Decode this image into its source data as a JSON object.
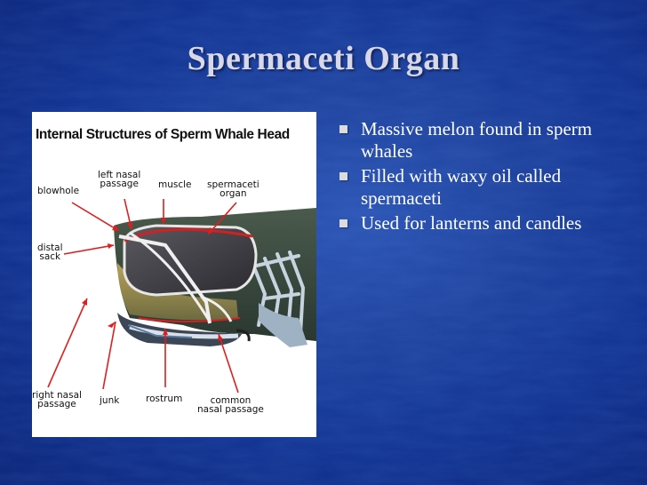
{
  "slide": {
    "title": "Spermaceti Organ",
    "colors": {
      "background": "#1d419d",
      "title": "#d8d8e8",
      "text": "#ffffff",
      "arrow": "#e01e1e"
    },
    "bullets": [
      "Massive melon found in sperm whales",
      "Filled with waxy oil called spermaceti",
      "Used for lanterns and candles"
    ]
  },
  "figure": {
    "title": "Internal Structures of Sperm Whale Head",
    "labels": {
      "blowhole": "blowhole",
      "left_nasal_passage": "left nasal\npassage",
      "muscle": "muscle",
      "spermaceti_organ": "spermaceti\norgan",
      "distal_sack": "distal\nsack",
      "right_nasal_passage": "right nasal\npassage",
      "junk": "junk",
      "rostrum": "rostrum",
      "common_nasal_passage": "common\nnasal passage"
    }
  }
}
